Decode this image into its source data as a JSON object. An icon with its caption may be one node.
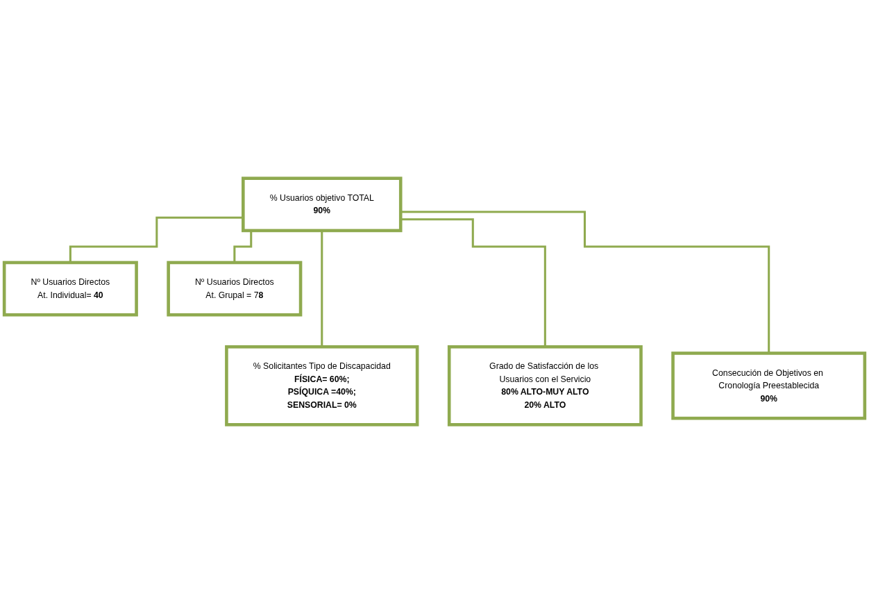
{
  "diagram": {
    "nodes": [
      {
        "text": [
          "% Usuarios objetivo TOTAL",
          "90%"
        ]
      },
      {
        "text": [
          "Nº Usuarios Directos",
          "At. Individual= **40**"
        ]
      },
      {
        "text": [
          "Nº Usuarios Directos",
          "At. Grupal = 7**8**"
        ]
      },
      {
        "text": [
          "% Solicitantes Tipo de Discapacidad",
          "FÍSICA= 60%;",
          "PSÍQUICA =40%;",
          "SENSORIAL= 0%"
        ]
      },
      {
        "text": [
          "Grado de Satisfacción de los Usuarios con el Servicio",
          "80% ALTO-MUY ALTO",
          "20% ALTO"
        ]
      },
      {
        "text": [
          "Consecución de Objetivos en Cronología Preestablecida",
          "90%"
        ]
      }
    ],
    "edges": [
      {
        "from": 0,
        "to": 1,
        "arrow": "none"
      },
      {
        "from": 0,
        "to": 2,
        "arrow": "none"
      },
      {
        "from": 0,
        "to": 3,
        "arrow": "none"
      },
      {
        "from": 0,
        "to": 4,
        "arrow": "none"
      },
      {
        "from": 0,
        "to": 5,
        "arrow": "none"
      }
    ]
  }
}
